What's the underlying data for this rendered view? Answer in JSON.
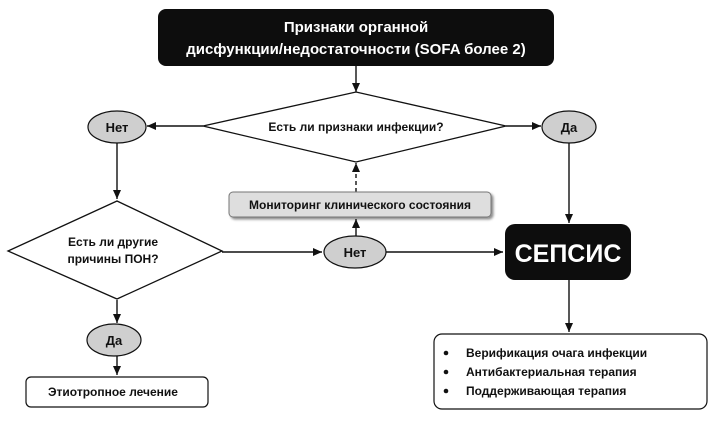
{
  "top_box": {
    "line1": "Признаки органной",
    "line2": "дисфункции/недостаточности (SOFA  более 2)"
  },
  "infection_question": "Есть ли признаки  инфекции?",
  "no_left": "Нет",
  "yes_right": "Да",
  "monitoring": "Мониторинг клинического состояния",
  "other_causes": {
    "line1": "Есть ли другие",
    "line2": "причины ПОН?"
  },
  "no_middle": "Нет",
  "sepsis": "СЕПСИС",
  "yes_bottom": "Да",
  "etiotropic": "Этиотропное  лечение",
  "treatment": [
    "Верификация очага инфекции",
    "Антибактериальная  терапия",
    "Поддерживающая  терапия"
  ],
  "colors": {
    "dark_box": "#0d0d0d",
    "oval_fill": "#cfcfcf",
    "monitor_fill": "#dedede",
    "line": "#111111"
  }
}
